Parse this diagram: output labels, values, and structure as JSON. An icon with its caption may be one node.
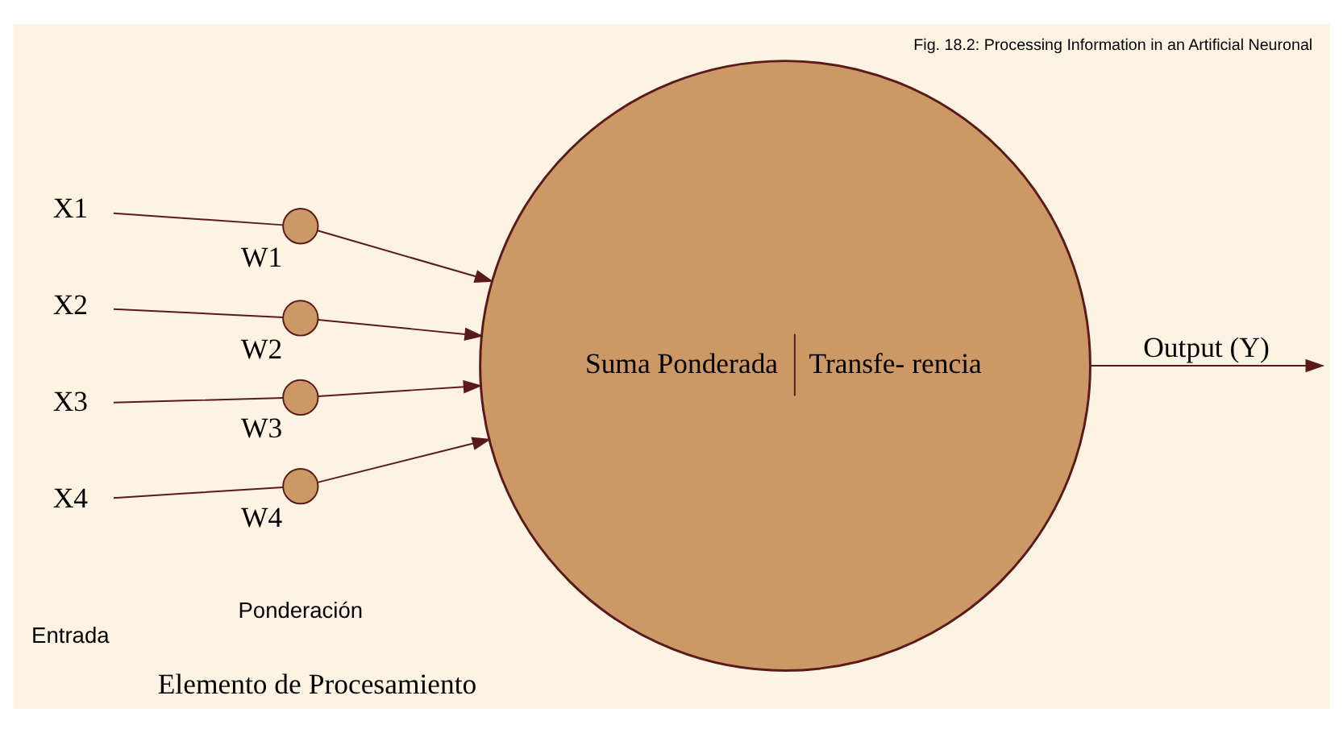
{
  "diagram": {
    "caption": "Fig. 18.2: Processing Information in an Artificial Neuronal",
    "nodes": [
      {
        "text": [
          "X1"
        ]
      },
      {
        "text": [
          "X2"
        ]
      },
      {
        "text": [
          "X3"
        ]
      },
      {
        "text": [
          "X4"
        ]
      },
      {
        "text": [],
        "shape": "circle",
        "beside": [
          "W1"
        ]
      },
      {
        "text": [],
        "shape": "circle",
        "beside": [
          "W2"
        ]
      },
      {
        "text": [],
        "shape": "circle",
        "beside": [
          "W3"
        ]
      },
      {
        "text": [],
        "shape": "circle",
        "beside": [
          "W4"
        ]
      },
      {
        "text": [
          "Suma Ponderada",
          "Transfe- rencia"
        ],
        "beside": [
          "Elemento de Procesamiento"
        ]
      }
    ],
    "edges": [
      {
        "from": 0,
        "to": 4,
        "arrow": "none"
      },
      {
        "from": 1,
        "to": 5,
        "arrow": "none"
      },
      {
        "from": 2,
        "to": 6,
        "arrow": "none"
      },
      {
        "from": 3,
        "to": 7,
        "arrow": "none"
      },
      {
        "from": 4,
        "to": 8,
        "arrow": "to"
      },
      {
        "from": 5,
        "to": 8,
        "arrow": "to"
      },
      {
        "from": 6,
        "to": 8,
        "arrow": "to"
      },
      {
        "from": 7,
        "to": 8,
        "arrow": "to"
      },
      {
        "from": 8,
        "to": null,
        "label": "Output (Y)",
        "arrow": "to"
      }
    ],
    "labels": [
      "Entrada",
      "Ponderación"
    ]
  }
}
